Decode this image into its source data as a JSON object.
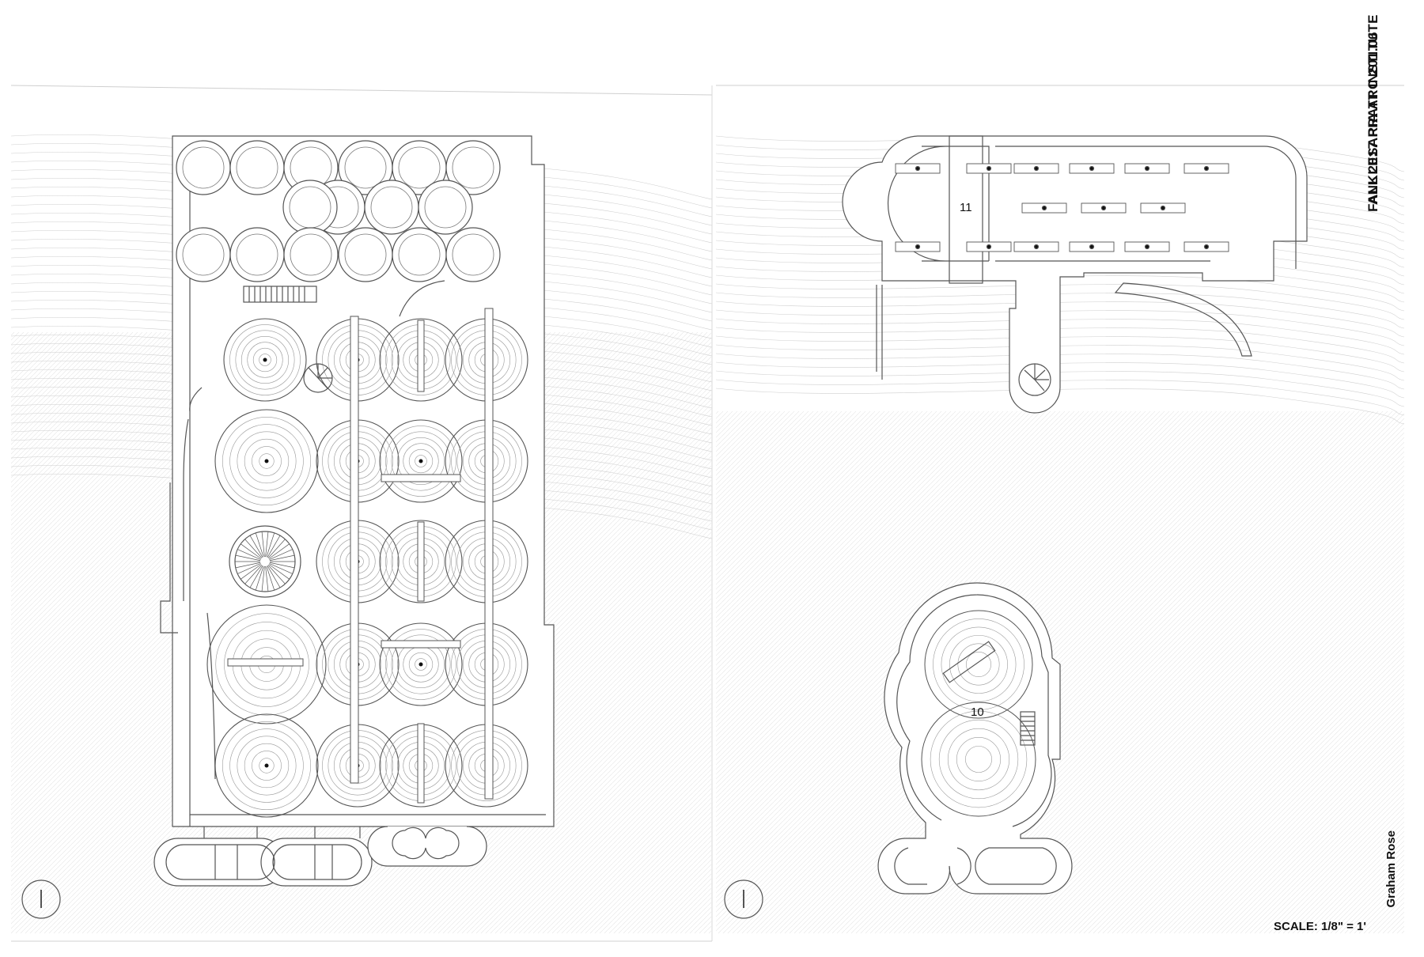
{
  "title_block": {
    "line1": "FALL 2017  PRATT INSTITUTE",
    "line2": "ANKLESARIA  ARC 201.06"
  },
  "author": "Graham Rose",
  "scale": "SCALE: 1/8\" = 1'",
  "rooms": {
    "room_10": "10",
    "room_11": "11"
  },
  "colors": {
    "line": "#555555",
    "background": "#ffffff",
    "contour": "#bdbdbd"
  }
}
